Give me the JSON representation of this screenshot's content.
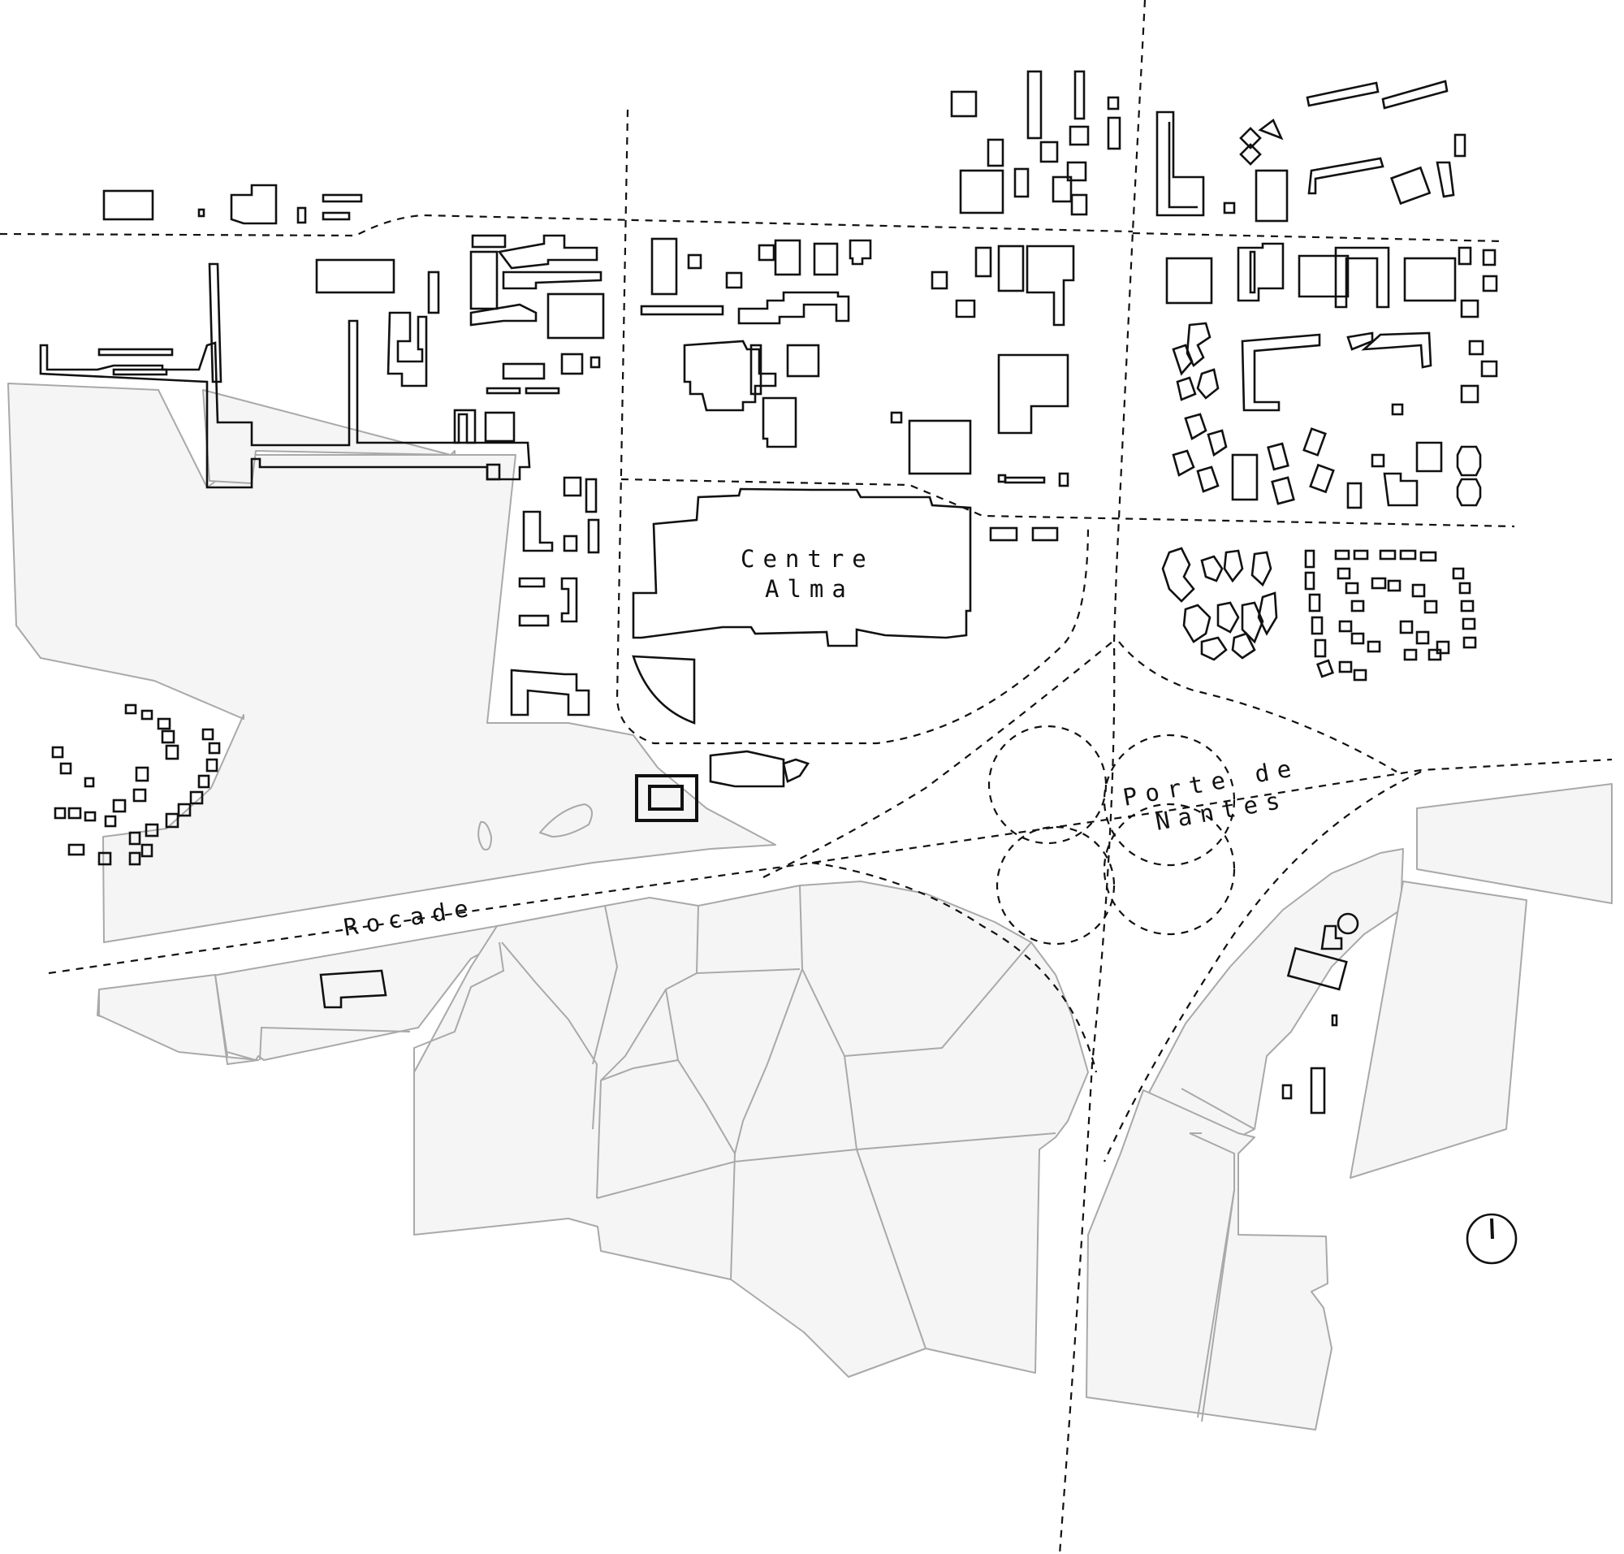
{
  "labels": {
    "centre_line1": "Centre",
    "centre_line2": "Alma",
    "porte_line1": "Porte de",
    "porte_line2": "Nantes",
    "rocade": "Rocade"
  },
  "colors": {
    "parcel_fill": "#f5f5f5",
    "parcel_stroke": "#a9a9a9",
    "ink": "#111111",
    "background": "#ffffff"
  },
  "icons": {
    "north": "north-arrow-icon"
  }
}
